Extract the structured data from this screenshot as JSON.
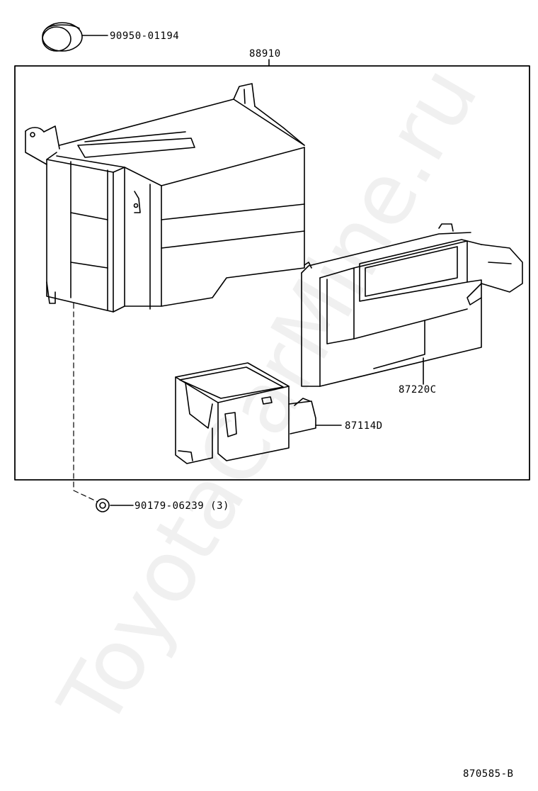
{
  "diagram": {
    "parts": {
      "plug": "90950-01194",
      "assembly": "88910",
      "duct": "87220C",
      "case": "87114D",
      "nut": "90179-06239 (3)"
    },
    "figure_id": "870585-B",
    "watermark": "ToyotaCarMine.ru"
  },
  "colors": {
    "line": "#000000",
    "background": "#ffffff"
  }
}
